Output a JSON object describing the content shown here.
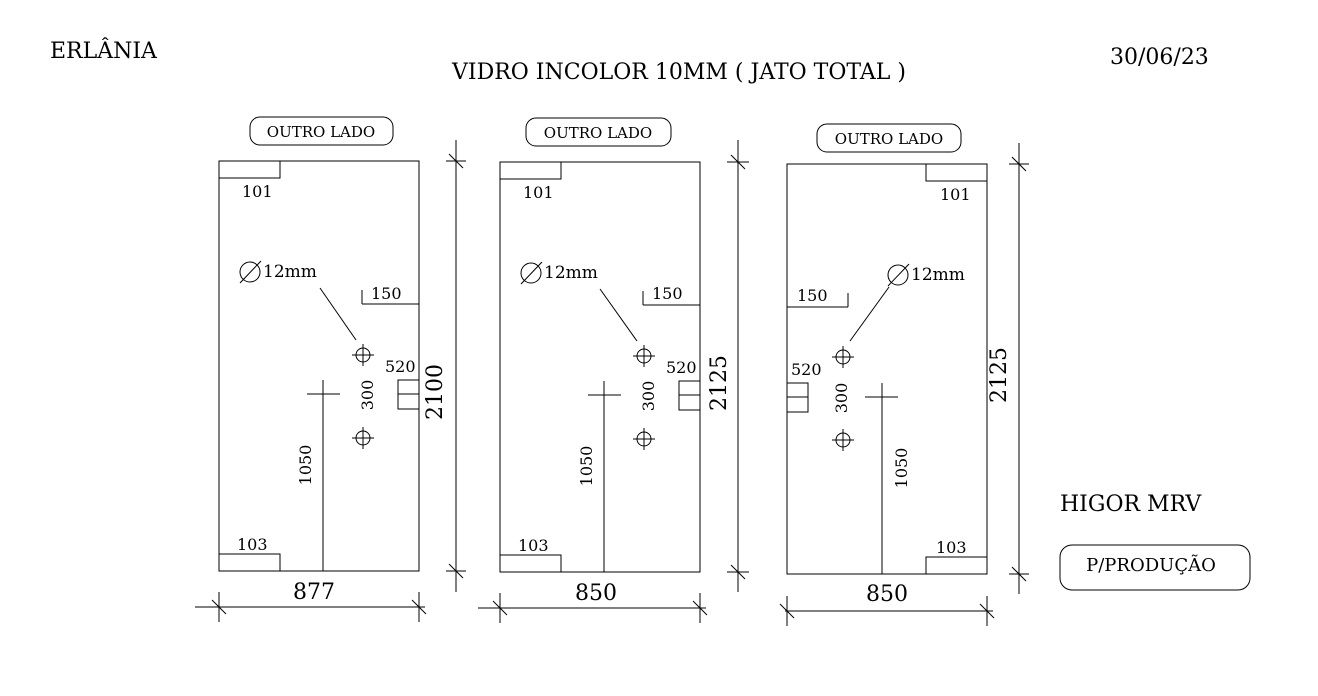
{
  "header": {
    "client": "ERLÂNIA",
    "title": "VIDRO INCOLOR 10MM ( JATO TOTAL )",
    "date": "30/06/23"
  },
  "footer": {
    "project": "HIGOR MRV",
    "status": "P/PRODUÇÃO"
  },
  "panels": [
    {
      "side_label": "OUTRO LADO",
      "width": "877",
      "height": "2100",
      "top_piece": "101",
      "bottom_piece": "103",
      "hole_diameter": "12mm",
      "hole_offset": "150",
      "hole_spacing": "300",
      "hinge_gap": "520",
      "center_height": "1050",
      "mirrored": false
    },
    {
      "side_label": "OUTRO LADO",
      "width": "850",
      "height": "2125",
      "top_piece": "101",
      "bottom_piece": "103",
      "hole_diameter": "12mm",
      "hole_offset": "150",
      "hole_spacing": "300",
      "hinge_gap": "520",
      "center_height": "1050",
      "mirrored": false
    },
    {
      "side_label": "OUTRO LADO",
      "width": "850",
      "height": "2125",
      "top_piece": "101",
      "bottom_piece": "103",
      "hole_diameter": "12mm",
      "hole_offset": "150",
      "hole_spacing": "300",
      "hinge_gap": "520",
      "center_height": "1050",
      "mirrored": true
    }
  ]
}
